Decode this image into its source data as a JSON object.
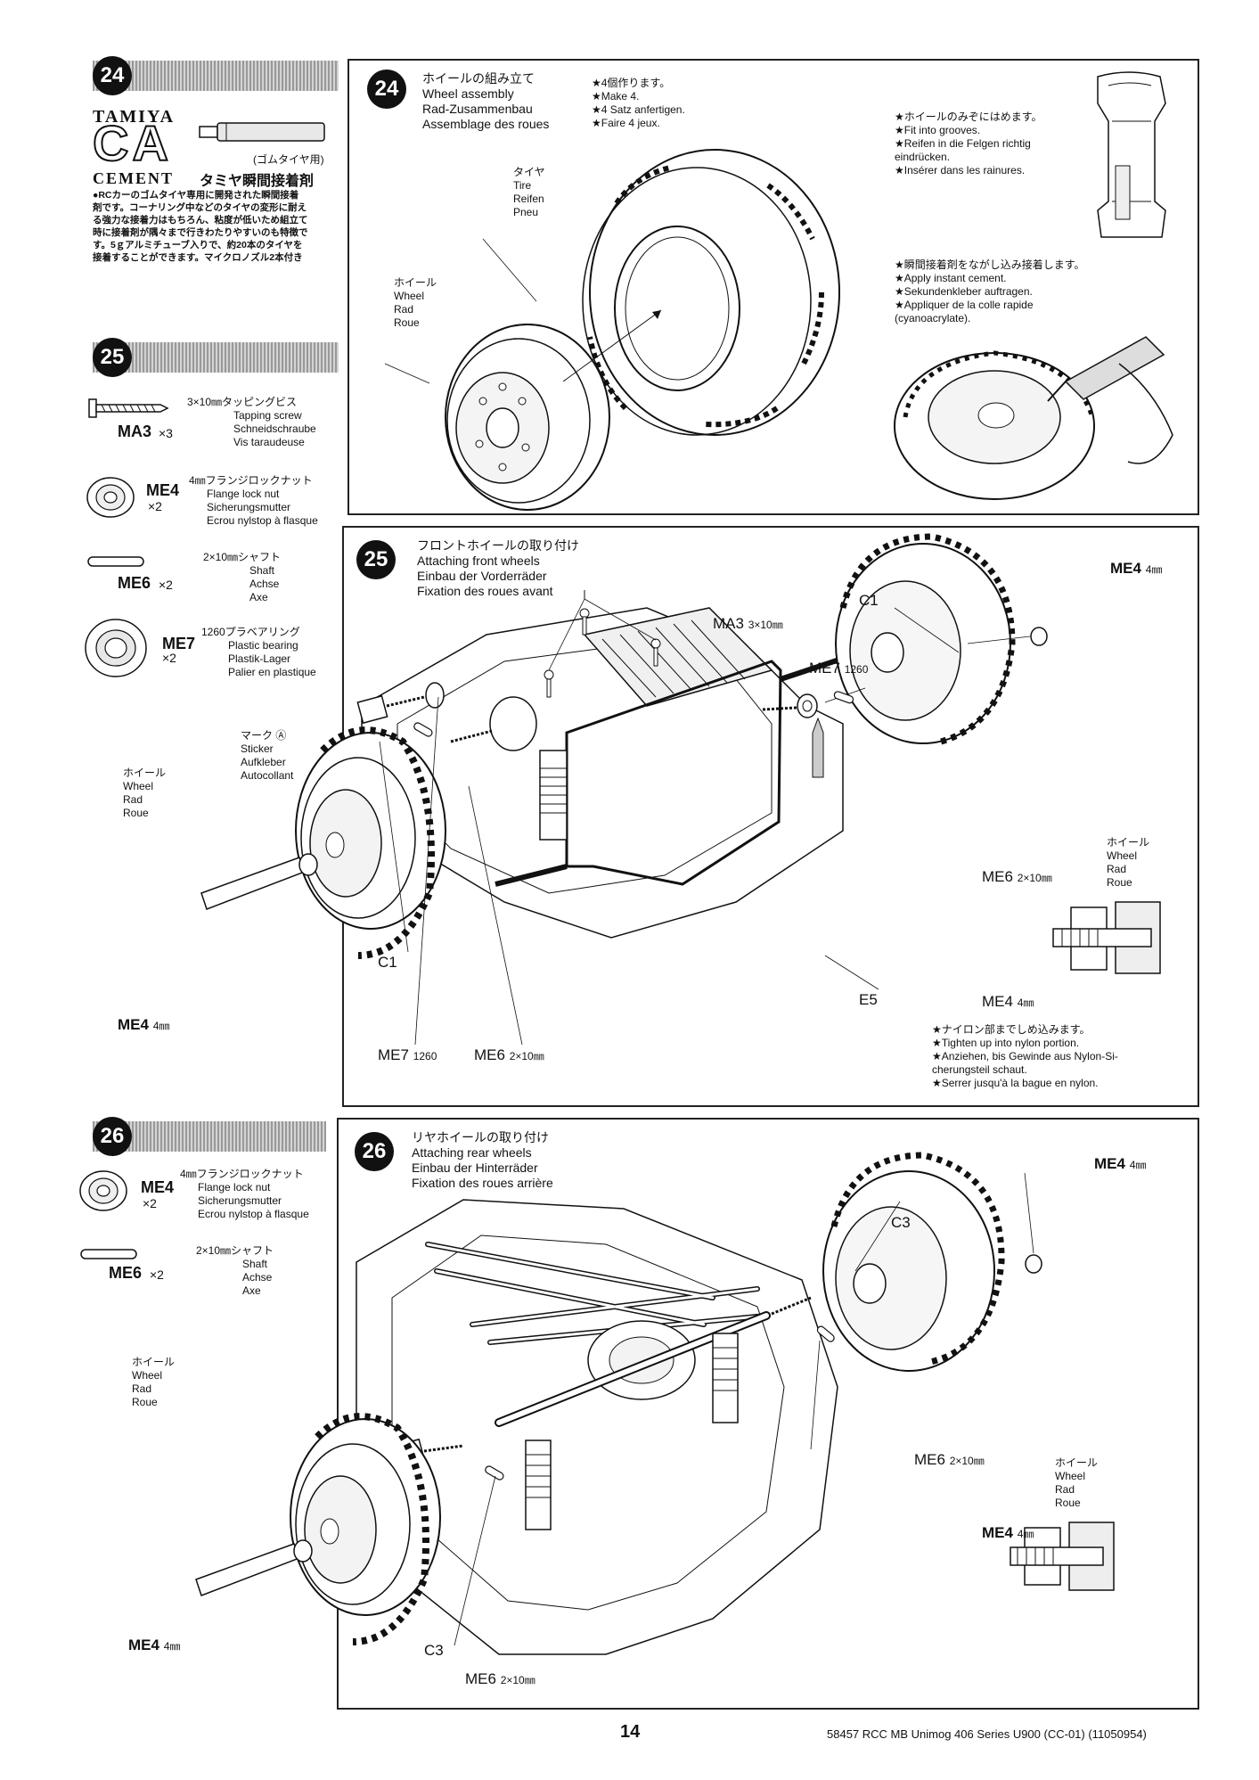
{
  "sidebar": {
    "step24": {
      "number": "24",
      "brand": "TAMIYA",
      "product_big": "CA",
      "product_sub": "CEMENT",
      "tube_label": "(ゴムタイヤ用)",
      "product_jp": "タミヤ瞬間接着剤",
      "description_jp": [
        "●RCカーのゴムタイヤ専用に開発された瞬間接着",
        "剤です。コーナリング中などのタイヤの変形に耐え",
        "る強力な接着力はもちろん、粘度が低いため組立て",
        "時に接着剤が隅々まで行きわたりやすいのも特徴で",
        "す。5ｇアルミチューブ入りで、約20本のタイヤを",
        "接着することができます。マイクロノズル2本付き"
      ]
    },
    "step25": {
      "number": "25",
      "parts": [
        {
          "code": "MA3",
          "qty": "×3",
          "size": "3×10㎜タッピングビス",
          "labels": [
            "Tapping screw",
            "Schneidschraube",
            "Vis taraudeuse"
          ]
        },
        {
          "code": "ME4",
          "qty": "×2",
          "size": "4㎜フランジロックナット",
          "labels": [
            "Flange lock nut",
            "Sicherungsmutter",
            "Ecrou nylstop à flasque"
          ]
        },
        {
          "code": "ME6",
          "qty": "×2",
          "size": "2×10㎜シャフト",
          "labels": [
            "Shaft",
            "Achse",
            "Axe"
          ]
        },
        {
          "code": "ME7",
          "qty": "×2",
          "size": "1260プラベアリング",
          "labels": [
            "Plastic bearing",
            "Plastik-Lager",
            "Palier en plastique"
          ]
        }
      ]
    },
    "step26": {
      "number": "26",
      "parts": [
        {
          "code": "ME4",
          "qty": "×2",
          "size": "4㎜フランジロックナット",
          "labels": [
            "Flange lock nut",
            "Sicherungsmutter",
            "Ecrou nylstop à flasque"
          ]
        },
        {
          "code": "ME6",
          "qty": "×2",
          "size": "2×10㎜シャフト",
          "labels": [
            "Shaft",
            "Achse",
            "Axe"
          ]
        }
      ]
    }
  },
  "step24": {
    "number": "24",
    "titles": [
      "ホイールの組み立て",
      "Wheel assembly",
      "Rad-Zusammenbau",
      "Assemblage des roues"
    ],
    "make": [
      "★4個作ります。",
      "★Make 4.",
      "★4 Satz anfertigen.",
      "★Faire 4 jeux."
    ],
    "tire_label": [
      "タイヤ",
      "Tire",
      "Reifen",
      "Pneu"
    ],
    "wheel_label": [
      "ホイール",
      "Wheel",
      "Rad",
      "Roue"
    ],
    "note_grooves": [
      "★ホイールのみぞにはめます。",
      "★Fit into grooves.",
      "★Reifen in die Felgen richtig",
      "eindrücken.",
      "★Insérer dans les rainures."
    ],
    "note_cement": [
      "★瞬間接着剤をながし込み接着します。",
      "★Apply instant cement.",
      "★Sekundenkleber auftragen.",
      "★Appliquer de la colle rapide",
      "(cyanoacrylate)."
    ]
  },
  "step25": {
    "number": "25",
    "titles": [
      "フロントホイールの取り付け",
      "Attaching front wheels",
      "Einbau der Vorderräder",
      "Fixation des roues avant"
    ],
    "callouts": {
      "me4_right": "ME4",
      "me4_right_size": "4㎜",
      "c1_right": "C1",
      "ma3": "MA3",
      "ma3_size": "3×10㎜",
      "me7_right": "ME7",
      "me7_right_size": "1260",
      "sticker": [
        "マーク Ⓐ",
        "Sticker",
        "Aufkleber",
        "Autocollant"
      ],
      "wheel_left": [
        "ホイール",
        "Wheel",
        "Rad",
        "Roue"
      ],
      "wheel_right": [
        "ホイール",
        "Wheel",
        "Rad",
        "Roue"
      ],
      "me6_right": "ME6",
      "me6_right_size": "2×10㎜",
      "c1_left": "C1",
      "e5": "E5",
      "me4_left": "ME4",
      "me4_left_size": "4㎜",
      "me7_left": "ME7",
      "me7_left_size": "1260",
      "me6_left": "ME6",
      "me6_left_size": "2×10㎜",
      "me4_detail": "ME4",
      "me4_detail_size": "4㎜"
    },
    "note_nylon": [
      "★ナイロン部までしめ込みます。",
      "★Tighten up into nylon portion.",
      "★Anziehen, bis Gewinde aus Nylon-Si-",
      "cherungsteil schaut.",
      "★Serrer jusqu'à la bague en nylon."
    ]
  },
  "step26": {
    "number": "26",
    "titles": [
      "リヤホイールの取り付け",
      "Attaching rear wheels",
      "Einbau der Hinterräder",
      "Fixation des roues arrière"
    ],
    "callouts": {
      "me4_right": "ME4",
      "me4_right_size": "4㎜",
      "c3_right": "C3",
      "wheel_left": [
        "ホイール",
        "Wheel",
        "Rad",
        "Roue"
      ],
      "wheel_right": [
        "ホイール",
        "Wheel",
        "Rad",
        "Roue"
      ],
      "me6_right": "ME6",
      "me6_right_size": "2×10㎜",
      "me4_left": "ME4",
      "me4_left_size": "4㎜",
      "c3_left": "C3",
      "me6_bottom": "ME6",
      "me6_bottom_size": "2×10㎜",
      "me4_detail": "ME4",
      "me4_detail_size": "4㎜"
    }
  },
  "footer": {
    "page_number": "14",
    "doc_id": "58457 RCC MB Unimog 406 Series U900 (CC-01) (11050954)"
  }
}
